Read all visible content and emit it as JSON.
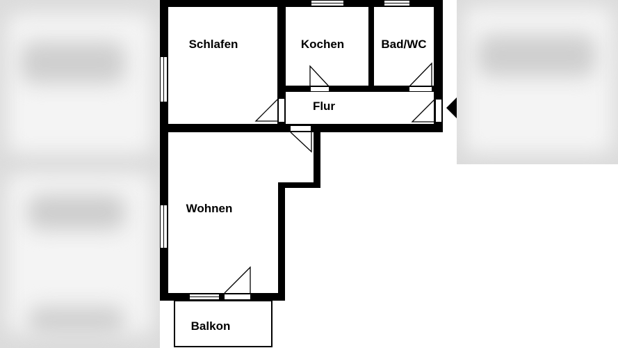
{
  "rooms": {
    "schlafen": "Schlafen",
    "kochen": "Kochen",
    "bad": "Bad/WC",
    "flur": "Flur",
    "wohnen": "Wohnen",
    "balkon": "Balkon"
  },
  "colors": {
    "wall": "#000000",
    "floor": "#ffffff",
    "background_blur": "#d8d8d8"
  },
  "icons": {
    "entrance": "entrance-arrow-icon"
  }
}
